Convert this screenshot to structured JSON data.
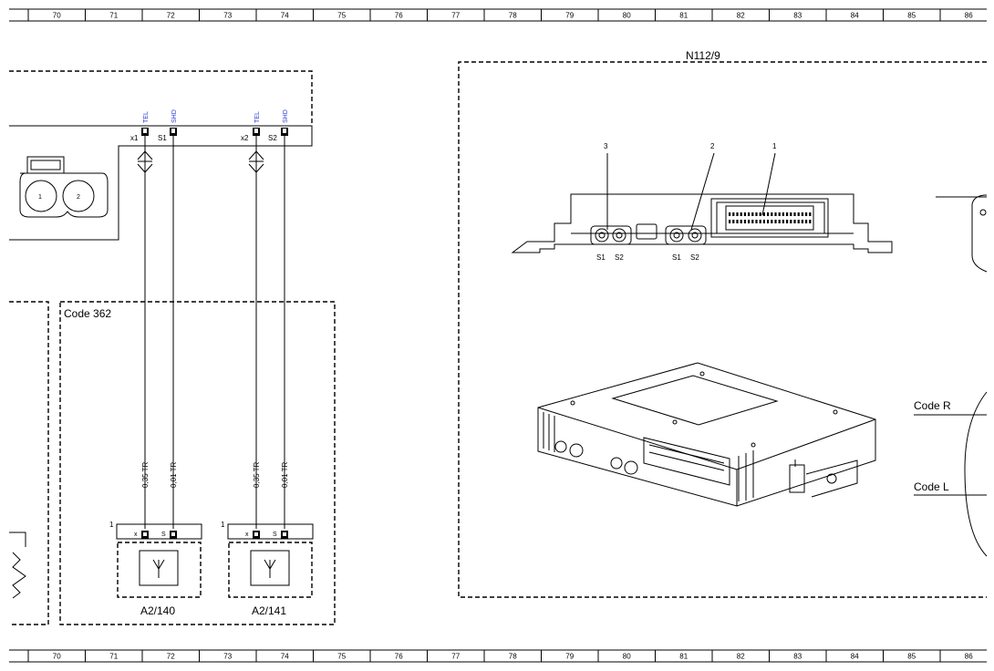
{
  "grid": {
    "columns": [
      "70",
      "71",
      "72",
      "73",
      "74",
      "75",
      "76",
      "77",
      "78",
      "79",
      "80",
      "81",
      "82",
      "83",
      "84",
      "85",
      "86"
    ]
  },
  "left_unit": {
    "pins": [
      {
        "tag": "TEL",
        "label": "x1"
      },
      {
        "tag": "SHD",
        "label": "S1"
      },
      {
        "tag": "TEL",
        "label": "x2"
      },
      {
        "tag": "SHD",
        "label": "S2"
      }
    ],
    "connector_numbers": [
      "1",
      "2"
    ]
  },
  "code_box": {
    "title": "Code 362"
  },
  "wires": [
    {
      "spec": "0,35 TR"
    },
    {
      "spec": "0,01 TR"
    },
    {
      "spec": "0,35 TR"
    },
    {
      "spec": "0,01 TR"
    }
  ],
  "antennas": [
    {
      "name": "A2/140",
      "index": "1",
      "pin_x": "x",
      "pin_s": "S"
    },
    {
      "name": "A2/141",
      "index": "1",
      "pin_x": "x",
      "pin_s": "S"
    }
  ],
  "module": {
    "name": "N112/9",
    "callouts": [
      "3",
      "2",
      "1"
    ],
    "port_labels": [
      "S1",
      "S2",
      "S1",
      "S2"
    ],
    "code_labels": [
      "Code R",
      "Code L"
    ]
  }
}
